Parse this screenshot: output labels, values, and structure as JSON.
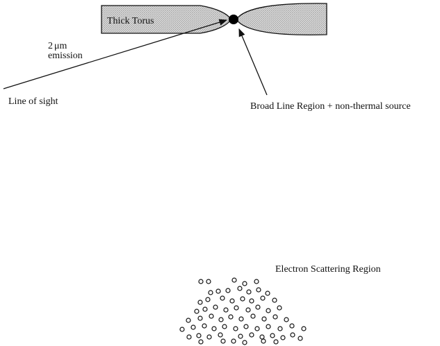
{
  "diagram": {
    "labels": {
      "torus": "Thick Torus",
      "emission_prefix": "2",
      "emission_unit": "μm",
      "emission_word": "emission",
      "line_of_sight": "Line of sight",
      "blr": "Broad Line Region + non-thermal source",
      "scattering": "Electron Scattering Region"
    },
    "colors": {
      "torus_fill": "#d2d2d2",
      "ink": "#111111"
    }
  }
}
